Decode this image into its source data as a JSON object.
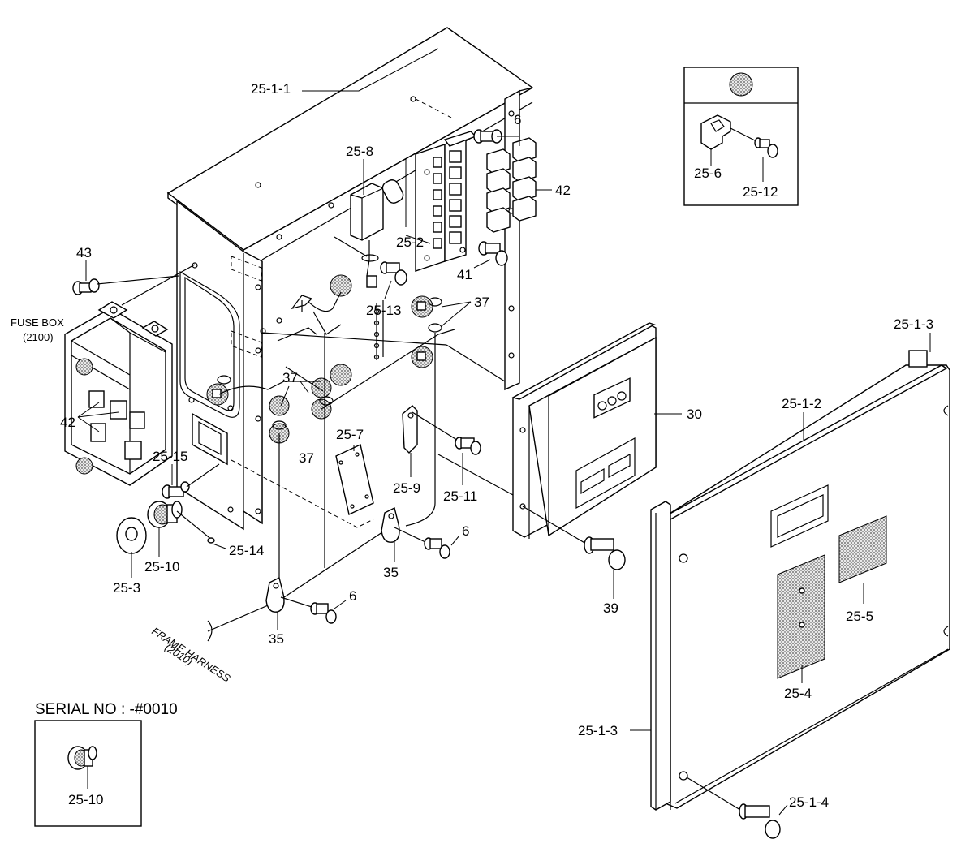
{
  "callouts": {
    "p25_1_1": "25-1-1",
    "p6_top": "6",
    "p25_8": "25-8",
    "p42_right": "42",
    "p25_2": "25-2",
    "p41": "41",
    "p43": "43",
    "p25_13": "25-13",
    "p37_a": "37",
    "p37_b": "37",
    "p37_c": "37",
    "p42_left": "42",
    "p25_15": "25-15",
    "p25_7": "25-7",
    "p30": "30",
    "p25_1_3_top": "25-1-3",
    "p25_1_2": "25-1-2",
    "p25_9": "25-9",
    "p25_11": "25-11",
    "p25_10": "25-10",
    "p25_14": "25-14",
    "p25_3": "25-3",
    "p6_mid": "6",
    "p35_a": "35",
    "p35_b": "35",
    "p6_low": "6",
    "p39": "39",
    "p25_5": "25-5",
    "p25_4": "25-4",
    "p25_1_3_bottom": "25-1-3",
    "p25_1_4": "25-1-4",
    "p25_6": "25-6",
    "p25_12": "25-12",
    "inset_25_10": "25-10"
  },
  "fuse_box": {
    "title": "FUSE BOX",
    "code": "(2100)"
  },
  "frame_harness": {
    "title": "FRAME HARNESS",
    "code": "(2010)"
  },
  "serial_note": "SERIAL NO : -#0010"
}
